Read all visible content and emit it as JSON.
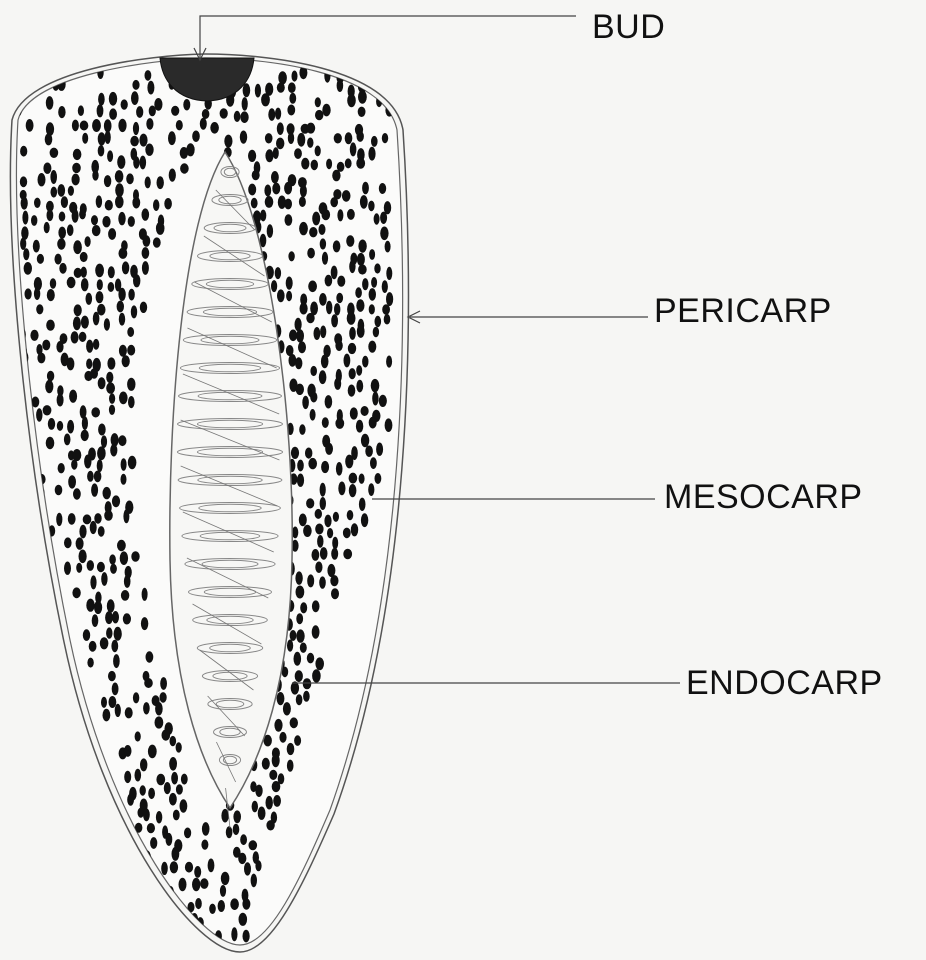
{
  "labels": {
    "bud": "BUD",
    "pericarp": "PERICARP",
    "mesocarp": "MESOCARP",
    "endocarp": "ENDOCARP"
  },
  "colors": {
    "outline": "#555555",
    "dots": "#111111",
    "bud": "#2a2a2a",
    "leader": "#444444"
  }
}
